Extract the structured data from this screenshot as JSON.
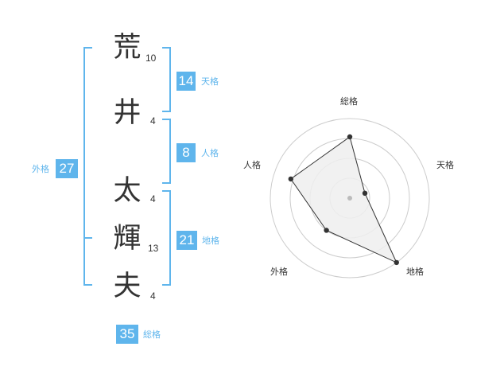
{
  "colors": {
    "bracket": "#5fb5ec",
    "badge_bg": "#5fb5ec",
    "label_text": "#5fb5ec",
    "radar_fill": "#eeeeee",
    "radar_line": "#333333",
    "grid": "#cccccc"
  },
  "name": {
    "chars": [
      {
        "char": "荒",
        "strokes": "10"
      },
      {
        "char": "井",
        "strokes": "4"
      },
      {
        "char": "太",
        "strokes": "4"
      },
      {
        "char": "輝",
        "strokes": "13"
      },
      {
        "char": "夫",
        "strokes": "4"
      }
    ]
  },
  "kaku": {
    "tenkaku": {
      "value": "14",
      "label": "天格"
    },
    "jinkaku": {
      "value": "8",
      "label": "人格"
    },
    "chikaku": {
      "value": "21",
      "label": "地格"
    },
    "gaikaku": {
      "value": "27",
      "label": "外格"
    },
    "soukaku": {
      "value": "35",
      "label": "総格"
    }
  },
  "chart_data": {
    "type": "radar",
    "axes": [
      "総格",
      "天格",
      "地格",
      "外格",
      "人格"
    ],
    "values": [
      0.77,
      0.2,
      1.0,
      0.5,
      0.78
    ],
    "max": 1.0,
    "grid_rings": 4
  }
}
